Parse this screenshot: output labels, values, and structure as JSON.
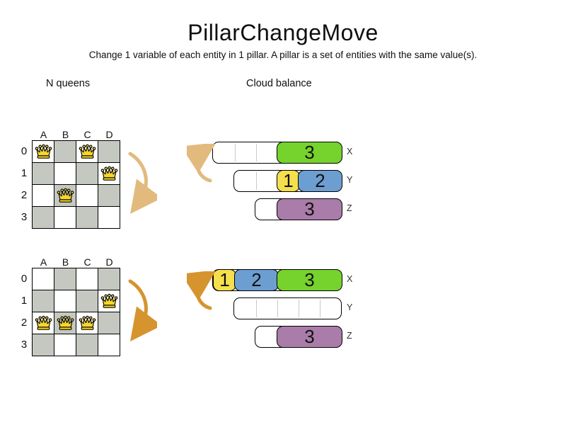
{
  "title": "PillarChangeMove",
  "subtitle": "Change 1 variable of each entity in 1 pillar. A pillar is a set of entities with the same value(s).",
  "examples": {
    "nqueens_label": "N queens",
    "cloud_label": "Cloud balance"
  },
  "colors": {
    "board_dark_cell": "#c4c8c0",
    "board_light_cell": "#ffffff",
    "queen_fill": "#f6d72a",
    "green": "#76d22d",
    "yellow": "#f5df4d",
    "blue": "#6d9ed1",
    "purple": "#a97ca9",
    "arrow_light": "#e2ba7e",
    "arrow_dark": "#d6942f"
  },
  "board": {
    "column_labels": [
      "A",
      "B",
      "C",
      "D"
    ],
    "row_labels": [
      "0",
      "1",
      "2",
      "3"
    ]
  },
  "board_states": [
    {
      "name": "before",
      "queens": [
        [
          0,
          0
        ],
        [
          0,
          2
        ],
        [
          1,
          3
        ],
        [
          2,
          1
        ]
      ]
    },
    {
      "name": "after",
      "queens": [
        [
          1,
          3
        ],
        [
          2,
          0
        ],
        [
          2,
          1
        ],
        [
          2,
          2
        ]
      ]
    }
  ],
  "cloud_states": [
    {
      "name": "before",
      "bars": [
        {
          "label": "X",
          "capacity": 6,
          "blocks": [
            {
              "value": "3",
              "color": "green",
              "size": 3
            }
          ]
        },
        {
          "label": "Y",
          "capacity": 5,
          "blocks": [
            {
              "value": "1",
              "color": "yellow",
              "size": 1
            },
            {
              "value": "2",
              "color": "blue",
              "size": 2
            }
          ]
        },
        {
          "label": "Z",
          "capacity": 4,
          "blocks": [
            {
              "value": "3",
              "color": "purple",
              "size": 3
            }
          ]
        }
      ]
    },
    {
      "name": "after",
      "bars": [
        {
          "label": "X",
          "capacity": 6,
          "blocks": [
            {
              "value": "1",
              "color": "yellow",
              "size": 1
            },
            {
              "value": "2",
              "color": "blue",
              "size": 2
            },
            {
              "value": "3",
              "color": "green",
              "size": 3
            }
          ]
        },
        {
          "label": "Y",
          "capacity": 5,
          "blocks": []
        },
        {
          "label": "Z",
          "capacity": 4,
          "blocks": [
            {
              "value": "3",
              "color": "purple",
              "size": 3
            }
          ]
        }
      ]
    }
  ]
}
